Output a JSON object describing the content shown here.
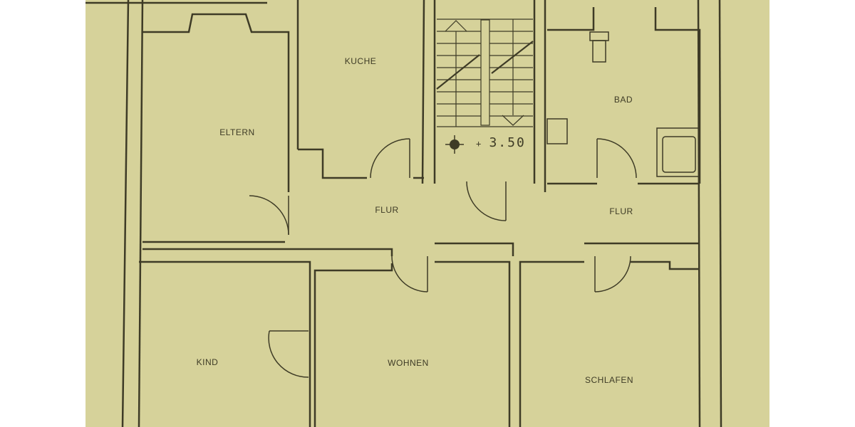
{
  "plan": {
    "background_color": "#d6d29a",
    "line_color": "#3e3b26",
    "rooms": [
      {
        "id": "eltern",
        "label": "ELTERN"
      },
      {
        "id": "kueche",
        "label": "KUCHE"
      },
      {
        "id": "bad",
        "label": "BAD"
      },
      {
        "id": "flur_left",
        "label": "FLUR"
      },
      {
        "id": "flur_right",
        "label": "FLUR"
      },
      {
        "id": "kind",
        "label": "KIND"
      },
      {
        "id": "wohnen",
        "label": "WOHNEN"
      },
      {
        "id": "schlafen",
        "label": "SCHLAFEN"
      }
    ],
    "level_marker": {
      "symbol": "elevation-marker",
      "value": "3.50"
    },
    "fixtures": [
      "staircase",
      "toilet",
      "washbasin",
      "shower-tray"
    ]
  }
}
